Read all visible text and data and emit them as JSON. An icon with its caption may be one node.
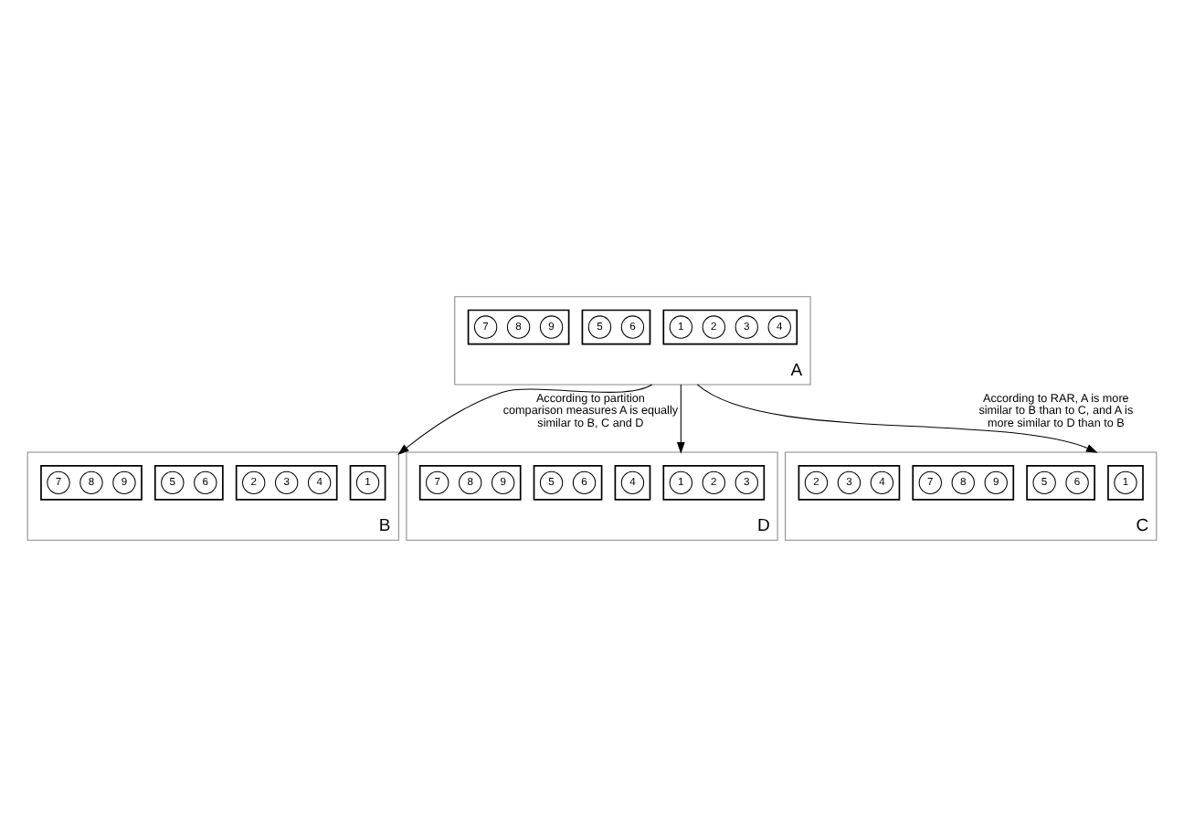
{
  "diagram": {
    "nodes": [
      {
        "text": [
          "A"
        ]
      },
      {
        "text": [],
        "shape": "box",
        "in": 0
      },
      {
        "text": [
          "1"
        ],
        "in": 1
      },
      {
        "text": [
          "2"
        ],
        "in": 1
      },
      {
        "text": [
          "3"
        ],
        "in": 1
      },
      {
        "text": [
          "4"
        ],
        "in": 1
      },
      {
        "text": [],
        "shape": "box",
        "in": 0
      },
      {
        "text": [
          "5"
        ],
        "in": 6
      },
      {
        "text": [
          "6"
        ],
        "in": 6
      },
      {
        "text": [],
        "shape": "box",
        "in": 0
      },
      {
        "text": [
          "7"
        ],
        "in": 9
      },
      {
        "text": [
          "8"
        ],
        "in": 9
      },
      {
        "text": [
          "9"
        ],
        "in": 9
      },
      {
        "text": [
          "B"
        ]
      },
      {
        "text": [],
        "shape": "box",
        "in": 13
      },
      {
        "text": [
          "1"
        ],
        "in": 14
      },
      {
        "text": [],
        "shape": "box",
        "in": 13
      },
      {
        "text": [
          "2"
        ],
        "in": 16
      },
      {
        "text": [
          "3"
        ],
        "in": 16
      },
      {
        "text": [
          "4"
        ],
        "in": 16
      },
      {
        "text": [],
        "shape": "box",
        "in": 13
      },
      {
        "text": [
          "5"
        ],
        "in": 20
      },
      {
        "text": [
          "6"
        ],
        "in": 20
      },
      {
        "text": [],
        "shape": "box",
        "in": 13
      },
      {
        "text": [
          "7"
        ],
        "in": 23
      },
      {
        "text": [
          "8"
        ],
        "in": 23
      },
      {
        "text": [
          "9"
        ],
        "in": 23
      },
      {
        "text": [
          "D"
        ]
      },
      {
        "text": [],
        "shape": "box",
        "in": 27
      },
      {
        "text": [
          "1"
        ],
        "in": 28
      },
      {
        "text": [
          "2"
        ],
        "in": 28
      },
      {
        "text": [
          "3"
        ],
        "in": 28
      },
      {
        "text": [],
        "shape": "box",
        "in": 27
      },
      {
        "text": [
          "4"
        ],
        "in": 32
      },
      {
        "text": [],
        "shape": "box",
        "in": 27
      },
      {
        "text": [
          "5"
        ],
        "in": 34
      },
      {
        "text": [
          "6"
        ],
        "in": 34
      },
      {
        "text": [],
        "shape": "box",
        "in": 27
      },
      {
        "text": [
          "7"
        ],
        "in": 37
      },
      {
        "text": [
          "8"
        ],
        "in": 37
      },
      {
        "text": [
          "9"
        ],
        "in": 37
      },
      {
        "text": [
          "C"
        ]
      },
      {
        "text": [],
        "shape": "box",
        "in": 41
      },
      {
        "text": [
          "1"
        ],
        "in": 42
      },
      {
        "text": [],
        "shape": "box",
        "in": 41
      },
      {
        "text": [
          "5"
        ],
        "in": 44
      },
      {
        "text": [
          "6"
        ],
        "in": 44
      },
      {
        "text": [],
        "shape": "box",
        "in": 41
      },
      {
        "text": [
          "7"
        ],
        "in": 47
      },
      {
        "text": [
          "8"
        ],
        "in": 47
      },
      {
        "text": [
          "9"
        ],
        "in": 47
      },
      {
        "text": [],
        "shape": "box",
        "in": 41
      },
      {
        "text": [
          "2"
        ],
        "in": 51
      },
      {
        "text": [
          "3"
        ],
        "in": 51
      },
      {
        "text": [
          "4"
        ],
        "in": 51
      }
    ],
    "edges": [
      {
        "from": 0,
        "to": 13,
        "arrow": "to",
        "label": "According to partition comparison measures A is equally similar to B, C and D"
      },
      {
        "from": 0,
        "to": 41,
        "arrow": "to",
        "label": "According to RAR, A is more similar to B than to C, and A is more similar to D than to B"
      },
      {
        "from": 0,
        "to": 27,
        "arrow": "to"
      }
    ]
  }
}
